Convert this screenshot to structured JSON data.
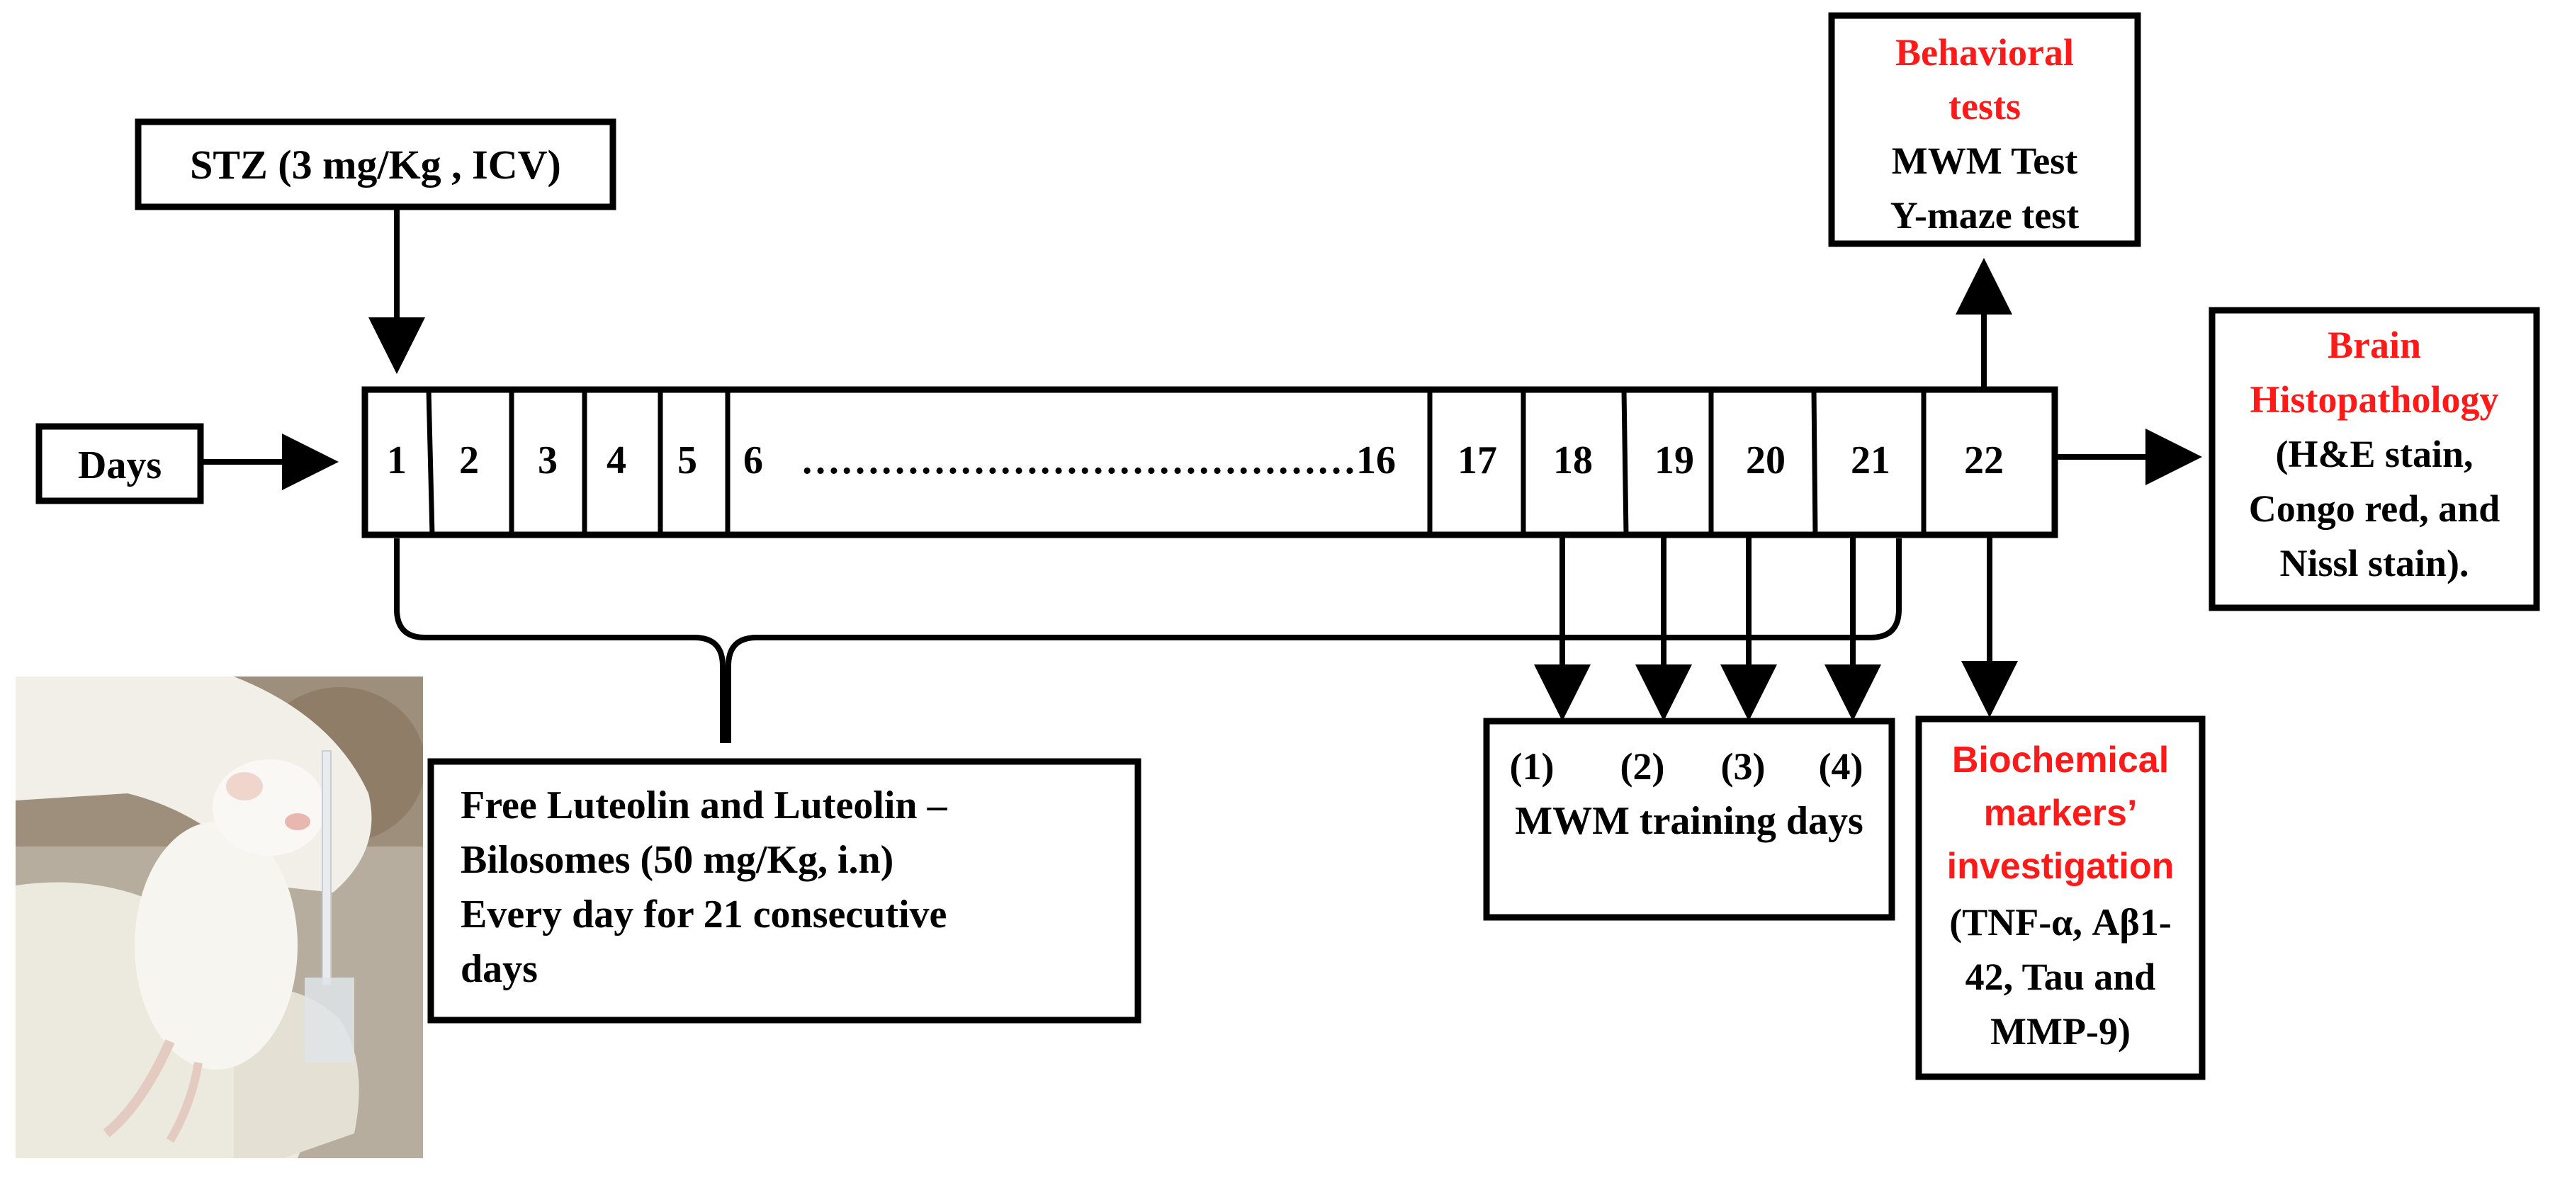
{
  "colors": {
    "ink": "#000000",
    "accent_red": "#ff1a1a",
    "skin": "#e3cbc1",
    "glove": "#f1efe7"
  },
  "stz": {
    "label": "STZ (3 mg/Kg , ICV)"
  },
  "days_label": "Days",
  "timeline": {
    "cells": [
      "1",
      "2",
      "3",
      "4",
      "5",
      "6",
      "17",
      "18",
      "19",
      "20",
      "21",
      "22"
    ],
    "ellipsis": "……………………………………16"
  },
  "treatment": {
    "lines": [
      "Free Luteolin and Luteolin –",
      "Bilosomes (50 mg/Kg, i.n)",
      "Every day for 21 consecutive",
      "days"
    ]
  },
  "mwm_training": {
    "numbers": [
      "(1)",
      "(2)",
      "(3)",
      "(4)"
    ],
    "label": "MWM training days"
  },
  "behavioral": {
    "title_lines": [
      "Behavioral",
      "tests"
    ],
    "items": [
      "MWM Test",
      "Y-maze test"
    ]
  },
  "histopathology": {
    "title_lines": [
      "Brain",
      "Histopathology"
    ],
    "items": [
      "(H&E stain,",
      "Congo red, and",
      "Nissl stain)."
    ]
  },
  "biochemical": {
    "title_lines": [
      "Biochemical",
      "markers’",
      "investigation"
    ],
    "items": [
      "(TNF-α, Aβ1-",
      "42, Tau and",
      "MMP-9)"
    ]
  },
  "photo": {
    "icon": "mouse-intranasal-photo"
  }
}
